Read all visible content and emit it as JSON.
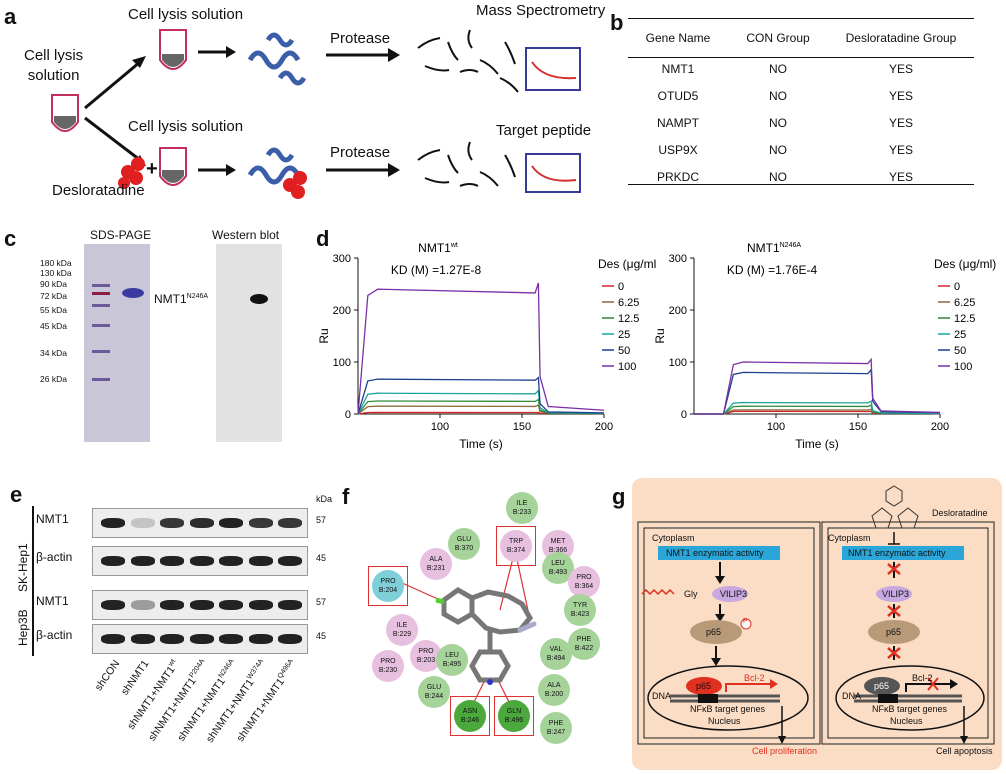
{
  "panel_labels": {
    "a": "a",
    "b": "b",
    "c": "c",
    "d": "d",
    "e": "e",
    "f": "f",
    "g": "g"
  },
  "panel_a": {
    "cell_lysis_solution": "Cell lysis solution",
    "cell_lysis_solution_left": "Cell lysis\nsolution",
    "protease": "Protease",
    "mass_spec": "Mass Spectrometry",
    "target_peptide": "Target peptide",
    "desloratadine": "Desloratadine",
    "plus": "+",
    "colors": {
      "protein": "#3a5ea8",
      "drug": "#e02020",
      "frame": "#3a3a9a",
      "curve": "#d43030"
    }
  },
  "panel_b": {
    "headers": [
      "Gene Name",
      "CON Group",
      "Desloratadine Group"
    ],
    "rows": [
      [
        "NMT1",
        "NO",
        "YES"
      ],
      [
        "OTUD5",
        "NO",
        "YES"
      ],
      [
        "NAMPT",
        "NO",
        "YES"
      ],
      [
        "USP9X",
        "NO",
        "YES"
      ],
      [
        "PRKDC",
        "NO",
        "YES"
      ]
    ]
  },
  "panel_c": {
    "sds_title": "SDS-PAGE",
    "wb_title": "Western blot",
    "markers": [
      "180 kDa",
      "130 kDa",
      "90 kDa",
      "72 kDa",
      "55 kDa",
      "45 kDa",
      "34 kDa",
      "26 kDa"
    ],
    "protein_label": "NMT1",
    "protein_sup": "N246A"
  },
  "panel_d": {
    "chart_data": [
      {
        "type": "line",
        "title": "NMT1",
        "title_sup": "wt",
        "kd": "KD (M) =1.27E-8",
        "xlabel": "Time (s)",
        "ylabel": "Ru",
        "xlim": [
          50,
          200
        ],
        "ylim": [
          0,
          300
        ],
        "xticks": [
          100,
          150,
          200
        ],
        "yticks": [
          0,
          100,
          200,
          300
        ],
        "legend_title": "Des (μg/ml)",
        "series": [
          {
            "name": "0",
            "color": "#d62728",
            "plateau": 3,
            "peak": 3
          },
          {
            "name": "6.25",
            "color": "#8b6a3a",
            "plateau": 15,
            "peak": 17
          },
          {
            "name": "12.5",
            "color": "#2e8b3a",
            "plateau": 25,
            "peak": 28
          },
          {
            "name": "25",
            "color": "#1aa39a",
            "plateau": 40,
            "peak": 45
          },
          {
            "name": "50",
            "color": "#1d3f8c",
            "plateau": 67,
            "peak": 70
          },
          {
            "name": "100",
            "color": "#7b2fa8",
            "plateau": 240,
            "peak": 252
          }
        ]
      },
      {
        "type": "line",
        "title": "NMT1",
        "title_sup": "N246A",
        "kd": "KD (M) =1.76E-4",
        "xlabel": "Time (s)",
        "ylabel": "Ru",
        "xlim": [
          50,
          200
        ],
        "ylim": [
          0,
          300
        ],
        "xticks": [
          100,
          150,
          200
        ],
        "yticks": [
          0,
          100,
          200,
          300
        ],
        "legend_title": "Des (μg/ml)",
        "series": [
          {
            "name": "0",
            "color": "#d62728",
            "plateau": 5,
            "peak": 5
          },
          {
            "name": "6.25",
            "color": "#8b6a3a",
            "plateau": 8,
            "peak": 9
          },
          {
            "name": "12.5",
            "color": "#2e8b3a",
            "plateau": 15,
            "peak": 17
          },
          {
            "name": "25",
            "color": "#1aa39a",
            "plateau": 22,
            "peak": 25
          },
          {
            "name": "50",
            "color": "#1d3f8c",
            "plateau": 80,
            "peak": 85
          },
          {
            "name": "100",
            "color": "#7b2fa8",
            "plateau": 100,
            "peak": 105
          }
        ]
      }
    ]
  },
  "panel_e": {
    "kda": "kDa",
    "cell_lines": [
      "SK-Hep1",
      "Hep3B"
    ],
    "rows": [
      {
        "label": "NMT1",
        "kda": "57"
      },
      {
        "label": "β-actin",
        "kda": "45"
      },
      {
        "label": "NMT1",
        "kda": "57"
      },
      {
        "label": "β-actin",
        "kda": "45"
      }
    ],
    "lanes": [
      {
        "main": "shCON",
        "sup": ""
      },
      {
        "main": "shNMT1",
        "sup": ""
      },
      {
        "main": "shNMT1+NMT1",
        "sup": "wt"
      },
      {
        "main": "shNMT1+NMT1",
        "sup": "P204A"
      },
      {
        "main": "shNMT1+NMT1",
        "sup": "N246A"
      },
      {
        "main": "shNMT1+NMT1",
        "sup": "W374A"
      },
      {
        "main": "shNMT1+NMT1",
        "sup": "Q496A"
      }
    ]
  },
  "panel_f": {
    "residues": [
      {
        "name": "ILE",
        "id": "B:233",
        "color": "green"
      },
      {
        "name": "GLU",
        "id": "B:370",
        "color": "green"
      },
      {
        "name": "TRP",
        "id": "B:374",
        "color": "pink"
      },
      {
        "name": "MET",
        "id": "B:366",
        "color": "pink"
      },
      {
        "name": "ALA",
        "id": "B:231",
        "color": "pink"
      },
      {
        "name": "LEU",
        "id": "B:493",
        "color": "green"
      },
      {
        "name": "PRO",
        "id": "B:204",
        "color": "cyan"
      },
      {
        "name": "PRO",
        "id": "B:364",
        "color": "pink"
      },
      {
        "name": "TYR",
        "id": "B:423",
        "color": "green"
      },
      {
        "name": "ILE",
        "id": "B:229",
        "color": "pink"
      },
      {
        "name": "PHE",
        "id": "B:422",
        "color": "green"
      },
      {
        "name": "PRO",
        "id": "B:203",
        "color": "pink"
      },
      {
        "name": "LEU",
        "id": "B:495",
        "color": "green"
      },
      {
        "name": "VAL",
        "id": "B:494",
        "color": "green"
      },
      {
        "name": "PRO",
        "id": "B:230",
        "color": "pink"
      },
      {
        "name": "GLU",
        "id": "B:244",
        "color": "green"
      },
      {
        "name": "ALA",
        "id": "B:200",
        "color": "green"
      },
      {
        "name": "ASN",
        "id": "B:246",
        "color": "dgreen"
      },
      {
        "name": "GLN",
        "id": "B:496",
        "color": "dgreen"
      },
      {
        "name": "PHE",
        "id": "B:247",
        "color": "green"
      }
    ]
  },
  "panel_g": {
    "desloratadine": "Desloratadine",
    "cytoplasm": "Cytoplasm",
    "enzymatic": "NMT1 enzymatic activity",
    "gly": "Gly",
    "vilip3": "VILIP3",
    "p65": "p65",
    "p": "P",
    "bcl2": "Bcl-2",
    "dna": "DNA",
    "nfkb": "NFκB target genes",
    "nucleus": "Nucleus",
    "proliferation": "Cell proliferation",
    "apoptosis": "Cell apoptosis",
    "colors": {
      "bg": "#fbdcc4",
      "box": "#2aa7d8",
      "vilip": "#c8a8e0",
      "p65": "#b89a78",
      "red": "#e03020"
    }
  }
}
